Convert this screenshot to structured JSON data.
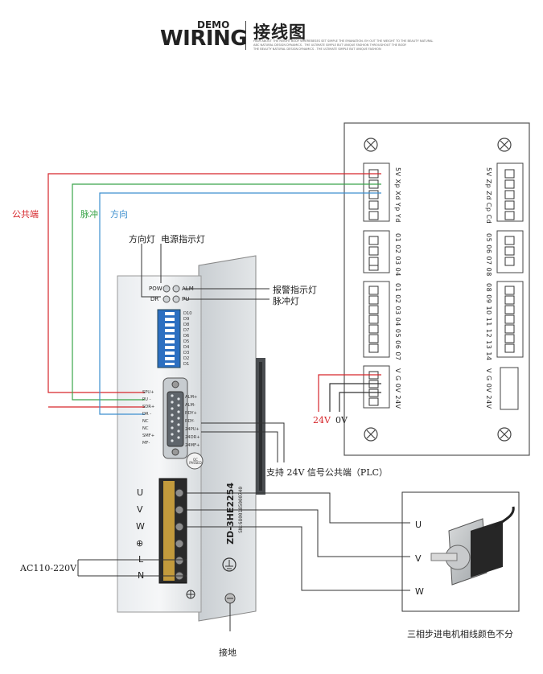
{
  "header": {
    "demo": "DEMO",
    "wiring": "WIRING",
    "title": "接线图",
    "fine_lines": [
      "HIGH ABOUT THE REIGHT BODY WHEREBESES SET SIMPLE THE EMANATION. EH OUT THE WEIGHT TO THE BEAUTY NATURAL",
      "ABC NATURAL DESIGN DYNAMICS . THE ULTIMATE SIMPLE BUT UNIQUE FASHION THROUGHOUT THE BODY",
      "THE BEAUTY NATURAL DESIGN DYNAMICS . THE ULTIMATE SIMPLE BUT UNIQUE FASHION"
    ]
  },
  "labels": {
    "common": "公共端",
    "pulse": "脉冲",
    "direction": "方向",
    "dir_lamp": "方向灯",
    "power_lamp": "电源指示灯",
    "alarm_lamp": "报警指示灯",
    "pulse_lamp": "脉冲灯",
    "plc_support": "支持 24V 信号公共端（PLC）",
    "v24": "24V",
    "v0": "0V",
    "ac": "AC110-220V",
    "ground": "接地",
    "motor_note": "三相步进电机相线颜色不分"
  },
  "driver": {
    "led_pow": "POW",
    "led_alm": "ALM",
    "led_dr": "DR",
    "led_pu": "PU",
    "dip": [
      "D10",
      "D9",
      "D8",
      "D7",
      "D6",
      "D5",
      "D4",
      "D3",
      "D2",
      "D1"
    ],
    "pins_left": [
      "SPU+",
      "PU -",
      "SDR+",
      "DR -",
      "NC",
      "NC",
      "SMF+",
      "MF-"
    ],
    "pins_right": [
      "ALM+",
      "ALM-",
      "RDY+",
      "RDY-",
      "24PU+",
      "24DR+",
      "24MF+"
    ],
    "terminals": [
      "U",
      "V",
      "W",
      "⊕",
      "L",
      "N"
    ],
    "model": "ZD-3HE2254",
    "serial": "SN:6800185000740",
    "qc": "QC PASSED"
  },
  "board": {
    "c1a": "5V Xp Xd Yp Yd",
    "c1b": "01 02 03 04",
    "c1c": "01 02 03 04 05 06 07",
    "c1d": "V  G  0V 24V",
    "c2a": "5V Zp Zd Cp Cd",
    "c2b": "05 06 07 08",
    "c2c": "08 09 10 11 12 13 14",
    "c2d": "V  G  0V 24V"
  },
  "motor": {
    "u": "U",
    "v": "V",
    "w": "W"
  },
  "colors": {
    "red": "#d6262b",
    "green": "#3aa54a",
    "blue": "#3d8fcf"
  }
}
